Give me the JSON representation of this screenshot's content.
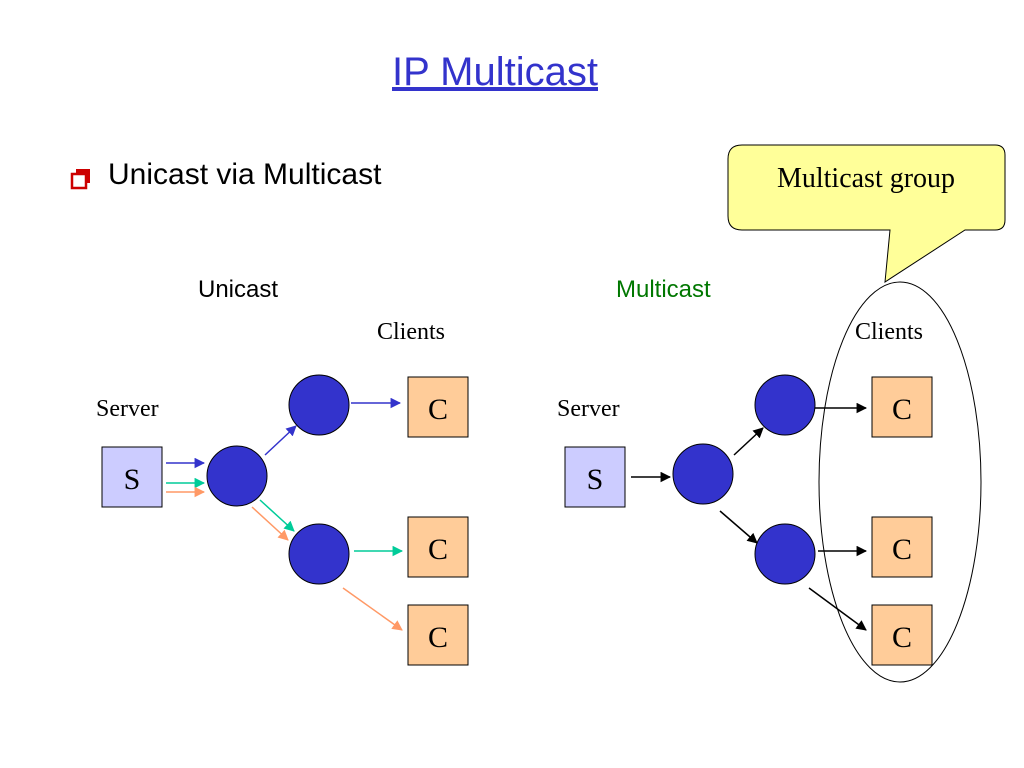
{
  "title": "IP Multicast",
  "bullet": {
    "icon": "hollow-square-bullet-icon",
    "text": "Unicast via Multicast"
  },
  "callout": {
    "label": "Multicast group",
    "fill": "#ffff99"
  },
  "unicast": {
    "heading": "Unicast",
    "server_label": "Server",
    "clients_label": "Clients",
    "server_node": "S",
    "clients": [
      "C",
      "C",
      "C"
    ]
  },
  "multicast": {
    "heading": "Multicast",
    "heading_color": "#007700",
    "server_label": "Server",
    "clients_label": "Clients",
    "server_node": "S",
    "clients": [
      "C",
      "C",
      "C"
    ]
  },
  "colors": {
    "router": "#3333cc",
    "server_box": "#ccccff",
    "client_box": "#ffcc99",
    "stream_blue": "#3333cc",
    "stream_green": "#00cc99",
    "stream_orange": "#ff9966"
  }
}
